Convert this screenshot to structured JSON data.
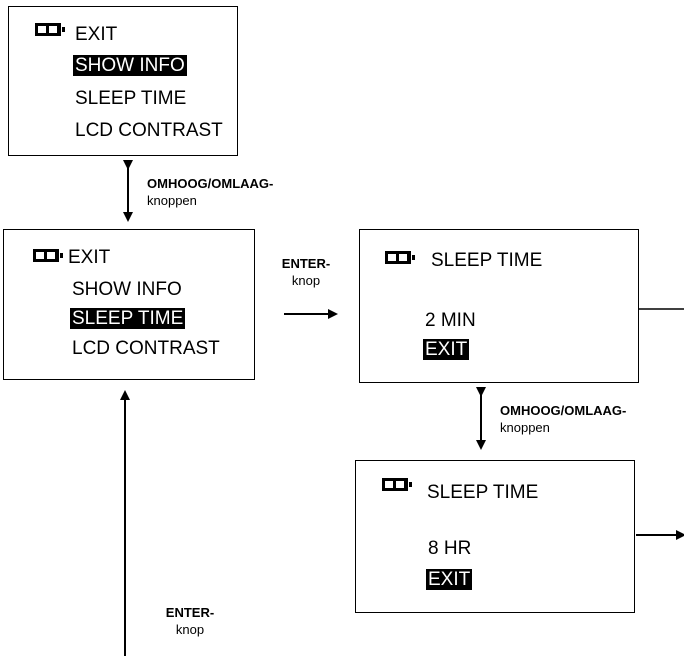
{
  "menu_box_1": {
    "items": [
      "EXIT",
      "SHOW INFO",
      "SLEEP TIME",
      "LCD CONTRAST"
    ],
    "selected": "SHOW INFO"
  },
  "menu_box_2": {
    "items": [
      "EXIT",
      "SHOW INFO",
      "SLEEP TIME",
      "LCD CONTRAST"
    ],
    "selected": "SLEEP TIME"
  },
  "sleep_box_1": {
    "title": "SLEEP TIME",
    "value": "2 MIN",
    "exit": "EXIT"
  },
  "sleep_box_2": {
    "title": "SLEEP TIME",
    "value": "8 HR",
    "exit": "EXIT"
  },
  "labels": {
    "updown_1_bold": "OMHOOG/OMLAAG-",
    "updown_1_normal": "knoppen",
    "enter_1_bold": "ENTER-",
    "enter_1_normal": "knop",
    "updown_2_bold": "OMHOOG/OMLAAG-",
    "updown_2_normal": "knoppen",
    "enter_2_bold": "ENTER-",
    "enter_2_normal": "knop"
  }
}
